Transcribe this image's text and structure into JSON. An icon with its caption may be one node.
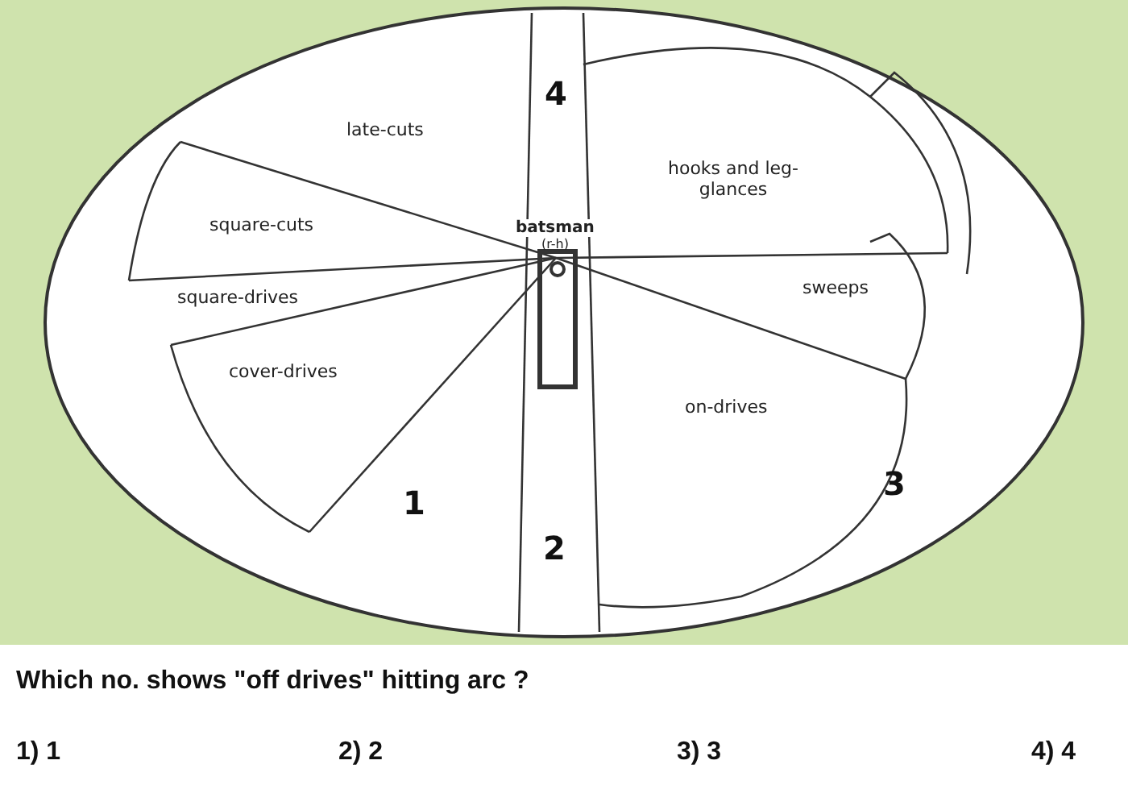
{
  "diagram": {
    "caption": "Which no. shows \"off drives\" hitting arc ?",
    "labels": [
      "4",
      "late-cuts",
      "hooks and leg-glances",
      "square-cuts",
      "batsman",
      "(r-h)",
      "sweeps",
      "square-drives",
      "cover-drives",
      "on-drives",
      "1",
      "3",
      "2",
      "1) 1",
      "2) 2",
      "3) 3",
      "4) 4"
    ]
  }
}
